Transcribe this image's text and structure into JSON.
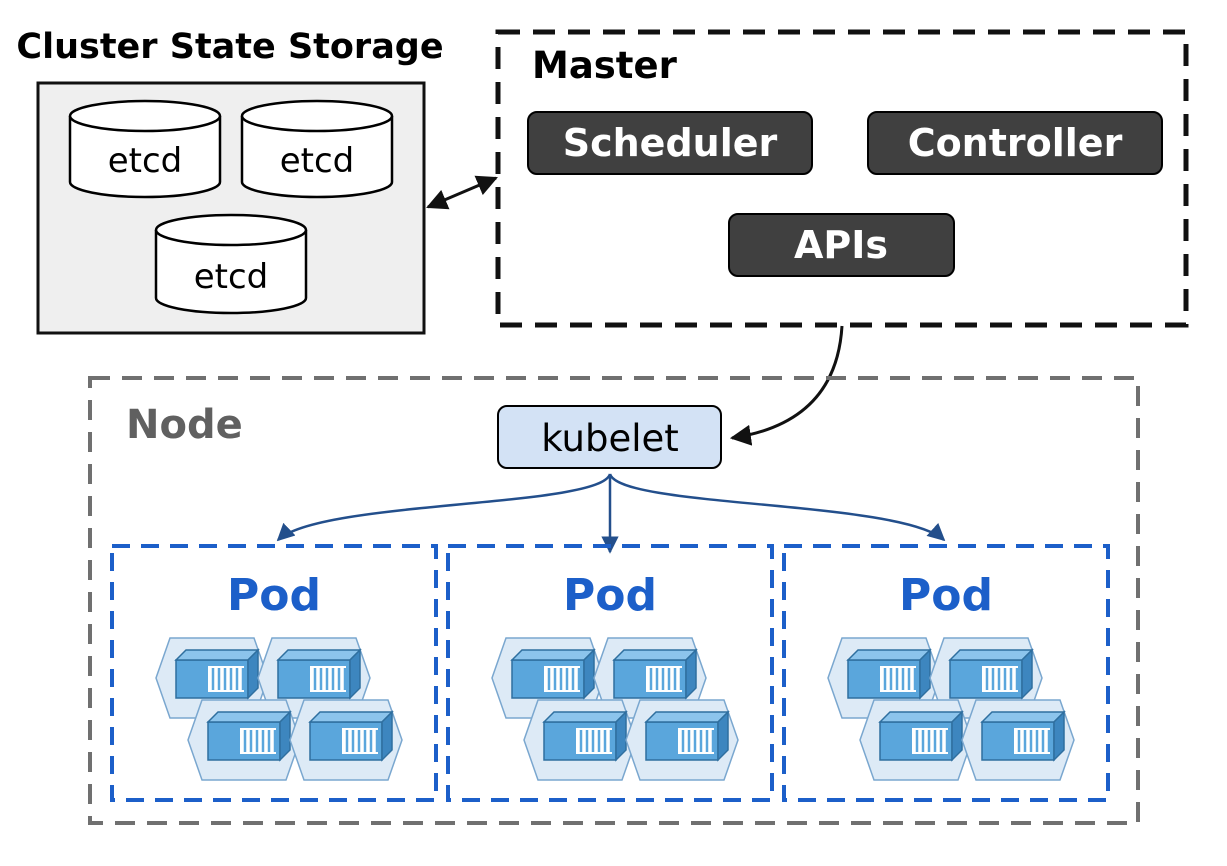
{
  "storage": {
    "title": "Cluster State Storage",
    "etcd_labels": [
      "etcd",
      "etcd",
      "etcd"
    ]
  },
  "master": {
    "title": "Master",
    "components": [
      "Scheduler",
      "Controller",
      "APIs"
    ]
  },
  "node": {
    "title": "Node",
    "kubelet_label": "kubelet",
    "pods": [
      {
        "label": "Pod",
        "containers": 4
      },
      {
        "label": "Pod",
        "containers": 4
      },
      {
        "label": "Pod",
        "containers": 4
      }
    ]
  },
  "colors": {
    "master_border": "#111111",
    "component_fill": "#404040",
    "component_text": "#ffffff",
    "storage_fill": "#efefef",
    "node_border": "#707070",
    "node_title": "#606060",
    "kubelet_fill": "#d3e2f5",
    "pod_border": "#1c5fc9",
    "pod_title": "#1c5fc9",
    "arrow_blue": "#234f8c",
    "container_fill": "#5aa6dc",
    "container_hex": "#ddeaf6"
  }
}
